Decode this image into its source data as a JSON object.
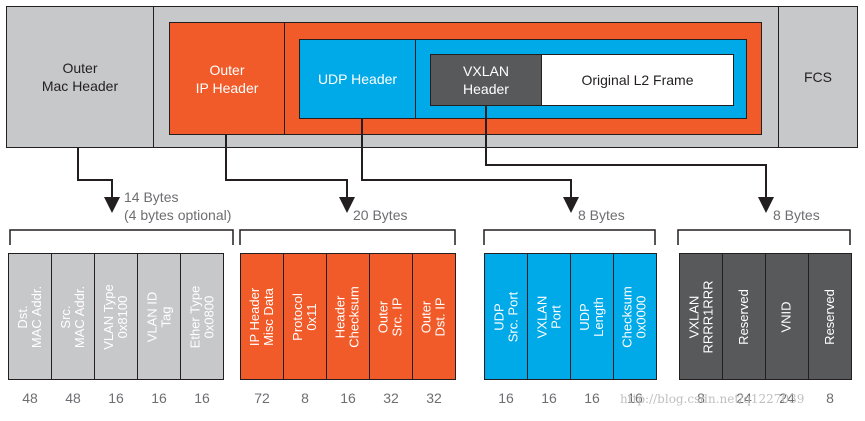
{
  "top": {
    "outer_mac": "Outer\nMac Header",
    "outer_ip": "Outer\nIP Header",
    "udp": "UDP Header",
    "vxlan": "VXLAN\nHeader",
    "l2": "Original L2 Frame",
    "fcs": "FCS"
  },
  "groups": [
    {
      "bytes": "14 Bytes",
      "bytes_note": "(4 bytes optional)",
      "color": "#c7c8ca",
      "fields": [
        "Dst.\nMAC Addr.",
        "Src.\nMAC Addr.",
        "VLAN Type\n0x8100",
        "VLAN ID\nTag",
        "Ether Type\n0x0800"
      ],
      "bits": [
        "48",
        "48",
        "16",
        "16",
        "16"
      ]
    },
    {
      "bytes": "20 Bytes",
      "color": "#f15a29",
      "fields": [
        "IP Header\nMisc Data",
        "Protocol\n0x11",
        "Header\nChecksum",
        "Outer\nSrc. IP",
        "Outer\nDst. IP"
      ],
      "bits": [
        "72",
        "8",
        "16",
        "32",
        "32"
      ]
    },
    {
      "bytes": "8 Bytes",
      "color": "#00a9e8",
      "fields": [
        "UDP\nSrc. Port",
        "VXLAN\nPort",
        "UDP\nLength",
        "Checksum\n0x0000"
      ],
      "bits": [
        "16",
        "16",
        "16",
        "16"
      ]
    },
    {
      "bytes": "8 Bytes",
      "color": "#58595b",
      "fields": [
        "VXLAN\nRRRR1RRR",
        "Reserved",
        "VNID",
        "Reserved"
      ],
      "bits": [
        "8",
        "24",
        "24",
        "8"
      ]
    }
  ],
  "watermark": "http://blog.csdn.net/q1227039"
}
